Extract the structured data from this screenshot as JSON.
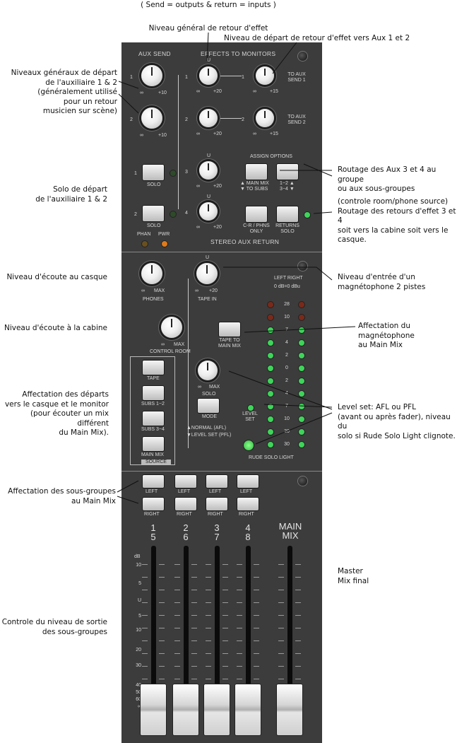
{
  "annotations": {
    "top_note": "( Send = outputs & return = inputs )",
    "niveau_general_retour": "Niveau général de retour d'effet",
    "niveau_depart_retour": "Niveau de départ de retour d'effet vers Aux 1 et 2",
    "niveaux_generaux_aux": [
      "Niveaux généraux de départ",
      "de l'auxiliaire 1 & 2",
      "(généralement utilisé",
      "pour un retour",
      "musicien sur scène)"
    ],
    "solo_depart_aux": [
      "Solo de départ",
      "de l'auxiliaire 1 & 2"
    ],
    "routage_aux": [
      "Routage des Aux 3 et 4 au groupe",
      "ou aux sous-groupes"
    ],
    "routage_retours": [
      "(controle room/phone source)",
      "Routage des retours d'effet 3 et 4",
      "soit vers la cabine soit vers le",
      "casque."
    ],
    "niveau_casque": "Niveau d'écoute au casque",
    "niveau_magneto": [
      "Niveau d'entrée d'un",
      "magnétophone 2 pistes"
    ],
    "niveau_cabine": "Niveau d'écoute à la cabine",
    "affectation_magneto": [
      "Affectation du magnétophone",
      "au Main Mix"
    ],
    "affectation_departs": [
      "Affectation des départs",
      "vers le casque  et le monitor",
      "(pour écouter un mix différent",
      "du Main Mix)."
    ],
    "level_set": [
      "Level set: AFL ou PFL",
      "(avant ou après fader), niveau du",
      "solo si Rude Solo Light clignote."
    ],
    "affectation_sous_groupes": [
      "Affectation des sous-groupes",
      "au Main Mix"
    ],
    "master": [
      "Master",
      "Mix final"
    ],
    "controle_niveau": [
      "Controle du niveau de sortie",
      "des sous-groupes"
    ]
  },
  "panel": {
    "aux_send": "AUX SEND",
    "effects_to_monitors": "EFFECTS TO MONITORS",
    "num_1": "1",
    "num_2": "2",
    "num_3": "3",
    "num_4": "4",
    "knob_min": "∞",
    "plus10": "+10",
    "plus20": "+20",
    "plus15": "+15",
    "u": "U",
    "max": "MAX",
    "to_aux_send_1": [
      "TO AUX",
      "SEND 1"
    ],
    "to_aux_send_2": [
      "TO AUX",
      "SEND 2"
    ],
    "assign_options": "ASSIGN OPTIONS",
    "main_mix_to_subs": [
      "▲ MAIN MIX",
      "▼ TO SUBS"
    ],
    "sub_1_2_3_4": [
      "1−2 ▲",
      "3−4 ▼"
    ],
    "solo": "SOLO",
    "phan": "PHAN",
    "pwr": "PWR",
    "cr_phns_only": [
      "C-R / PHNS",
      "ONLY"
    ],
    "returns_solo": [
      "RETURNS",
      "SOLO"
    ],
    "stereo_aux_return": "STEREO AUX RETURN",
    "phones": "PHONES",
    "tape_in": "TAPE IN",
    "left_right": "LEFT  RIGHT",
    "zero_db": "0 dB=0 dBu",
    "control_room": "CONTROL ROOM",
    "tape_to_main_mix": [
      "TAPE TO",
      "MAIN MIX"
    ],
    "tape": "TAPE",
    "subs_1_2": "SUBS 1−2",
    "subs_3_4": "SUBS 3−4",
    "main_mix": "MAIN MIX",
    "source": "SOURCE",
    "mode": "MODE",
    "normal_afl": "▲NORMAL  (AFL)",
    "level_set_pfl": "▼LEVEL SET (PFL)",
    "level_set": [
      "LEVEL",
      "SET"
    ],
    "rude_solo_light": "RUDE SOLO LIGHT",
    "meter_labels": [
      "28",
      "10",
      "7",
      "4",
      "2",
      "0",
      "2",
      "4",
      "7",
      "10",
      "20",
      "30"
    ],
    "left": "LEFT",
    "right": "RIGHT",
    "group_numbers_top": [
      "1",
      "2",
      "3",
      "4"
    ],
    "group_numbers_bottom": [
      "5",
      "6",
      "7",
      "8"
    ],
    "main_mix_title": [
      "MAIN",
      "MIX"
    ],
    "db": "dB",
    "fader_scale": [
      "10",
      "5",
      "U",
      "5",
      "10",
      "20",
      "30",
      "40",
      "50",
      "60",
      "∞"
    ]
  },
  "colors": {
    "panel": "#3c3c3c",
    "led_green": "#3fd45a",
    "led_red": "#d23a2a",
    "led_orange": "#e07a1a",
    "led_off": "#3a3a2a"
  }
}
